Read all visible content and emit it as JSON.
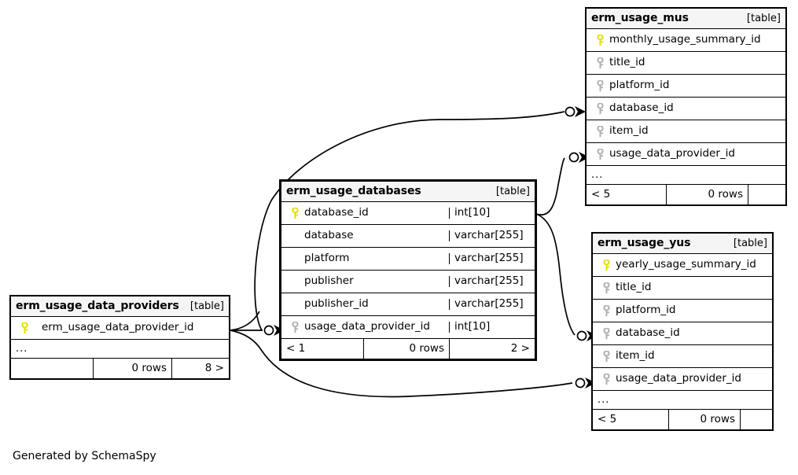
{
  "diagram": {
    "generator_note": "Generated by SchemaSpy",
    "table_tag": "[table]",
    "ellipsis": "...",
    "pk_icon": "primary-key-icon",
    "fk_icon": "foreign-key-icon",
    "pk_color": "#e8e800",
    "fk_color": "#b0b0b0",
    "header_bg": "#f5f5f5",
    "line_color": "#000000"
  },
  "tables": [
    {
      "id": "erm_usage_mus",
      "name": "erm_usage_mus",
      "tag": "[table]",
      "columns": [
        {
          "key": "pk",
          "name": "monthly_usage_summary_id",
          "type": ""
        },
        {
          "key": "fk",
          "name": "title_id",
          "type": ""
        },
        {
          "key": "fk",
          "name": "platform_id",
          "type": ""
        },
        {
          "key": "fk",
          "name": "database_id",
          "type": ""
        },
        {
          "key": "fk",
          "name": "item_id",
          "type": ""
        },
        {
          "key": "fk",
          "name": "usage_data_provider_id",
          "type": ""
        }
      ],
      "more": "...",
      "footer": {
        "left": "< 5",
        "middle": "0 rows",
        "right": ""
      }
    },
    {
      "id": "erm_usage_databases",
      "name": "erm_usage_databases",
      "tag": "[table]",
      "columns": [
        {
          "key": "pk",
          "name": "database_id",
          "type": "int[10]"
        },
        {
          "key": "none",
          "name": "database",
          "type": "varchar[255]"
        },
        {
          "key": "none",
          "name": "platform",
          "type": "varchar[255]"
        },
        {
          "key": "none",
          "name": "publisher",
          "type": "varchar[255]"
        },
        {
          "key": "none",
          "name": "publisher_id",
          "type": "varchar[255]"
        },
        {
          "key": "fk",
          "name": "usage_data_provider_id",
          "type": "int[10]"
        }
      ],
      "more": null,
      "footer": {
        "left": "< 1",
        "middle": "0 rows",
        "right": "2 >"
      }
    },
    {
      "id": "erm_usage_yus",
      "name": "erm_usage_yus",
      "tag": "[table]",
      "columns": [
        {
          "key": "pk",
          "name": "yearly_usage_summary_id",
          "type": ""
        },
        {
          "key": "fk",
          "name": "title_id",
          "type": ""
        },
        {
          "key": "fk",
          "name": "platform_id",
          "type": ""
        },
        {
          "key": "fk",
          "name": "database_id",
          "type": ""
        },
        {
          "key": "fk",
          "name": "item_id",
          "type": ""
        },
        {
          "key": "fk",
          "name": "usage_data_provider_id",
          "type": ""
        }
      ],
      "more": "...",
      "footer": {
        "left": "< 5",
        "middle": "0 rows",
        "right": ""
      }
    },
    {
      "id": "erm_usage_data_providers",
      "name": "erm_usage_data_providers",
      "tag": "[table]",
      "columns": [
        {
          "key": "pk",
          "name": "erm_usage_data_provider_id",
          "type": ""
        }
      ],
      "more": "...",
      "footer": {
        "left": "",
        "middle": "0 rows",
        "right": "8 >"
      }
    }
  ],
  "relationships": [
    {
      "from": "erm_usage_databases.database_id",
      "to": "erm_usage_mus.database_id"
    },
    {
      "from": "erm_usage_databases.database_id",
      "to": "erm_usage_yus.database_id"
    },
    {
      "from": "erm_usage_data_providers.erm_usage_data_provider_id",
      "to": "erm_usage_databases.usage_data_provider_id"
    },
    {
      "from": "erm_usage_data_providers.erm_usage_data_provider_id",
      "to": "erm_usage_mus.usage_data_provider_id"
    },
    {
      "from": "erm_usage_data_providers.erm_usage_data_provider_id",
      "to": "erm_usage_yus.usage_data_provider_id"
    }
  ]
}
